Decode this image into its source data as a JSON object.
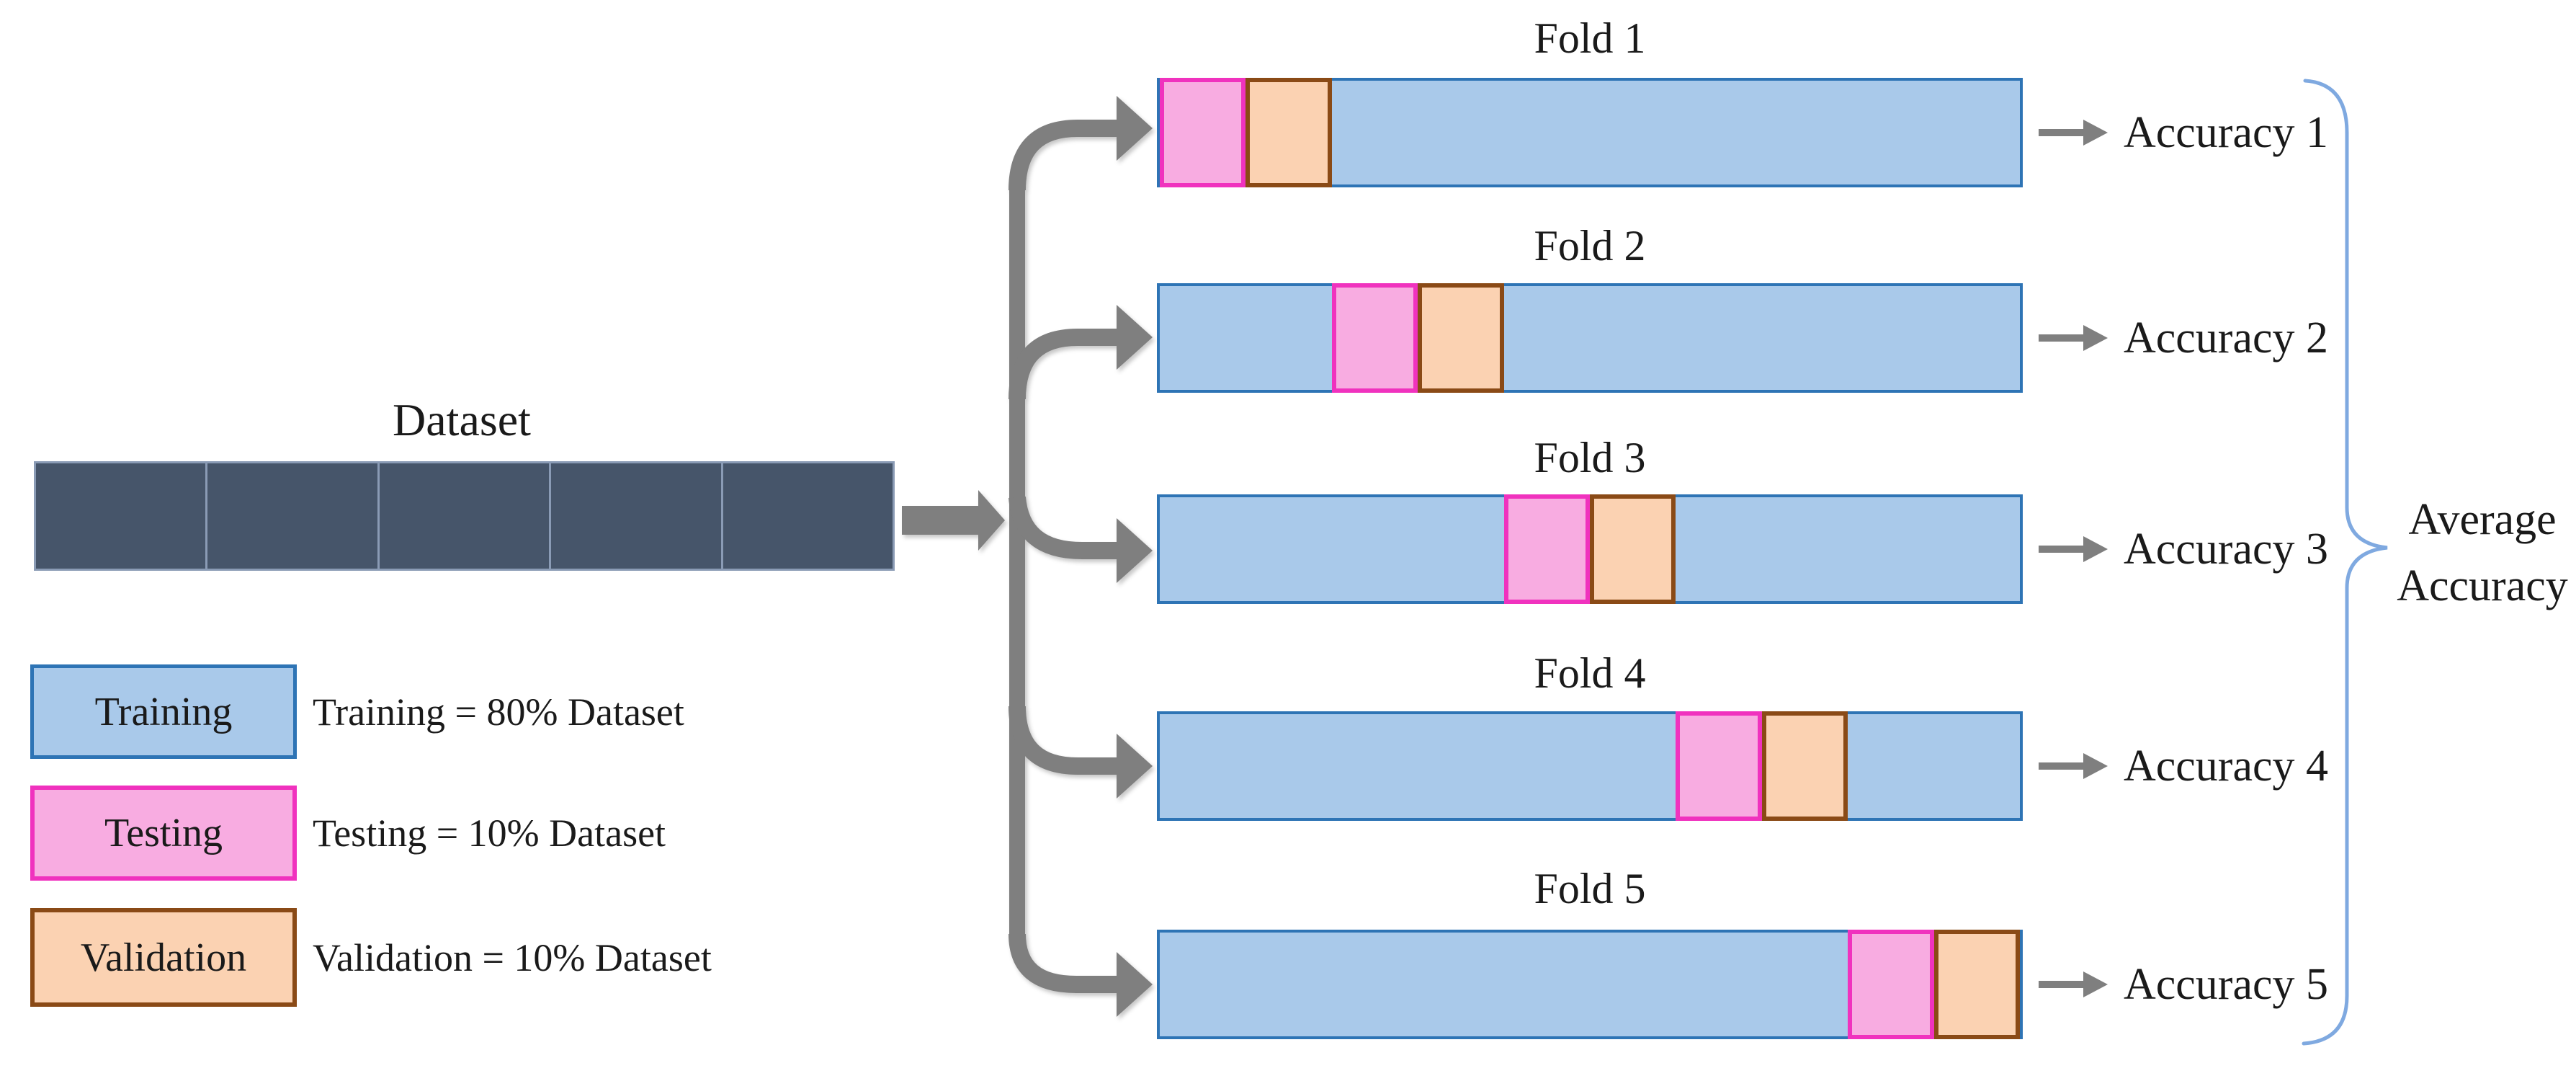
{
  "dataset": {
    "label": "Dataset",
    "segment_count": 5
  },
  "legend": {
    "items": [
      {
        "id": "training",
        "label": "Training",
        "description": "Training = 80% Dataset"
      },
      {
        "id": "testing",
        "label": "Testing",
        "description": "Testing = 10% Dataset"
      },
      {
        "id": "validation",
        "label": "Validation",
        "description": "Validation = 10% Dataset"
      }
    ]
  },
  "folds": [
    {
      "label": "Fold 1",
      "accuracy_label": "Accuracy 1",
      "testing_left_pct": 0,
      "validation_left_pct": 10,
      "testing_width_pct": 10,
      "validation_width_pct": 10
    },
    {
      "label": "Fold 2",
      "accuracy_label": "Accuracy 2",
      "testing_left_pct": 20,
      "validation_left_pct": 30,
      "testing_width_pct": 10,
      "validation_width_pct": 10
    },
    {
      "label": "Fold 3",
      "accuracy_label": "Accuracy 3",
      "testing_left_pct": 40,
      "validation_left_pct": 50,
      "testing_width_pct": 10,
      "validation_width_pct": 10
    },
    {
      "label": "Fold 4",
      "accuracy_label": "Accuracy 4",
      "testing_left_pct": 60,
      "validation_left_pct": 70,
      "testing_width_pct": 10,
      "validation_width_pct": 10
    },
    {
      "label": "Fold 5",
      "accuracy_label": "Accuracy 5",
      "testing_left_pct": 80,
      "validation_left_pct": 90,
      "testing_width_pct": 10,
      "validation_width_pct": 10
    }
  ],
  "average": {
    "line1": "Average",
    "line2": "Accuracy"
  },
  "colors": {
    "training_fill": "#A9C9EA",
    "training_border": "#2E74B5",
    "testing_fill": "#F8ACE1",
    "testing_border": "#F032BE",
    "validation_fill": "#FBD2B2",
    "validation_border": "#8A4A16",
    "dataset_fill": "#46556A",
    "dataset_border": "#8A9BB5",
    "arrow_gray": "#7F7F7F",
    "brace_blue": "#7FA9E0",
    "text": "#1A1A1A"
  }
}
